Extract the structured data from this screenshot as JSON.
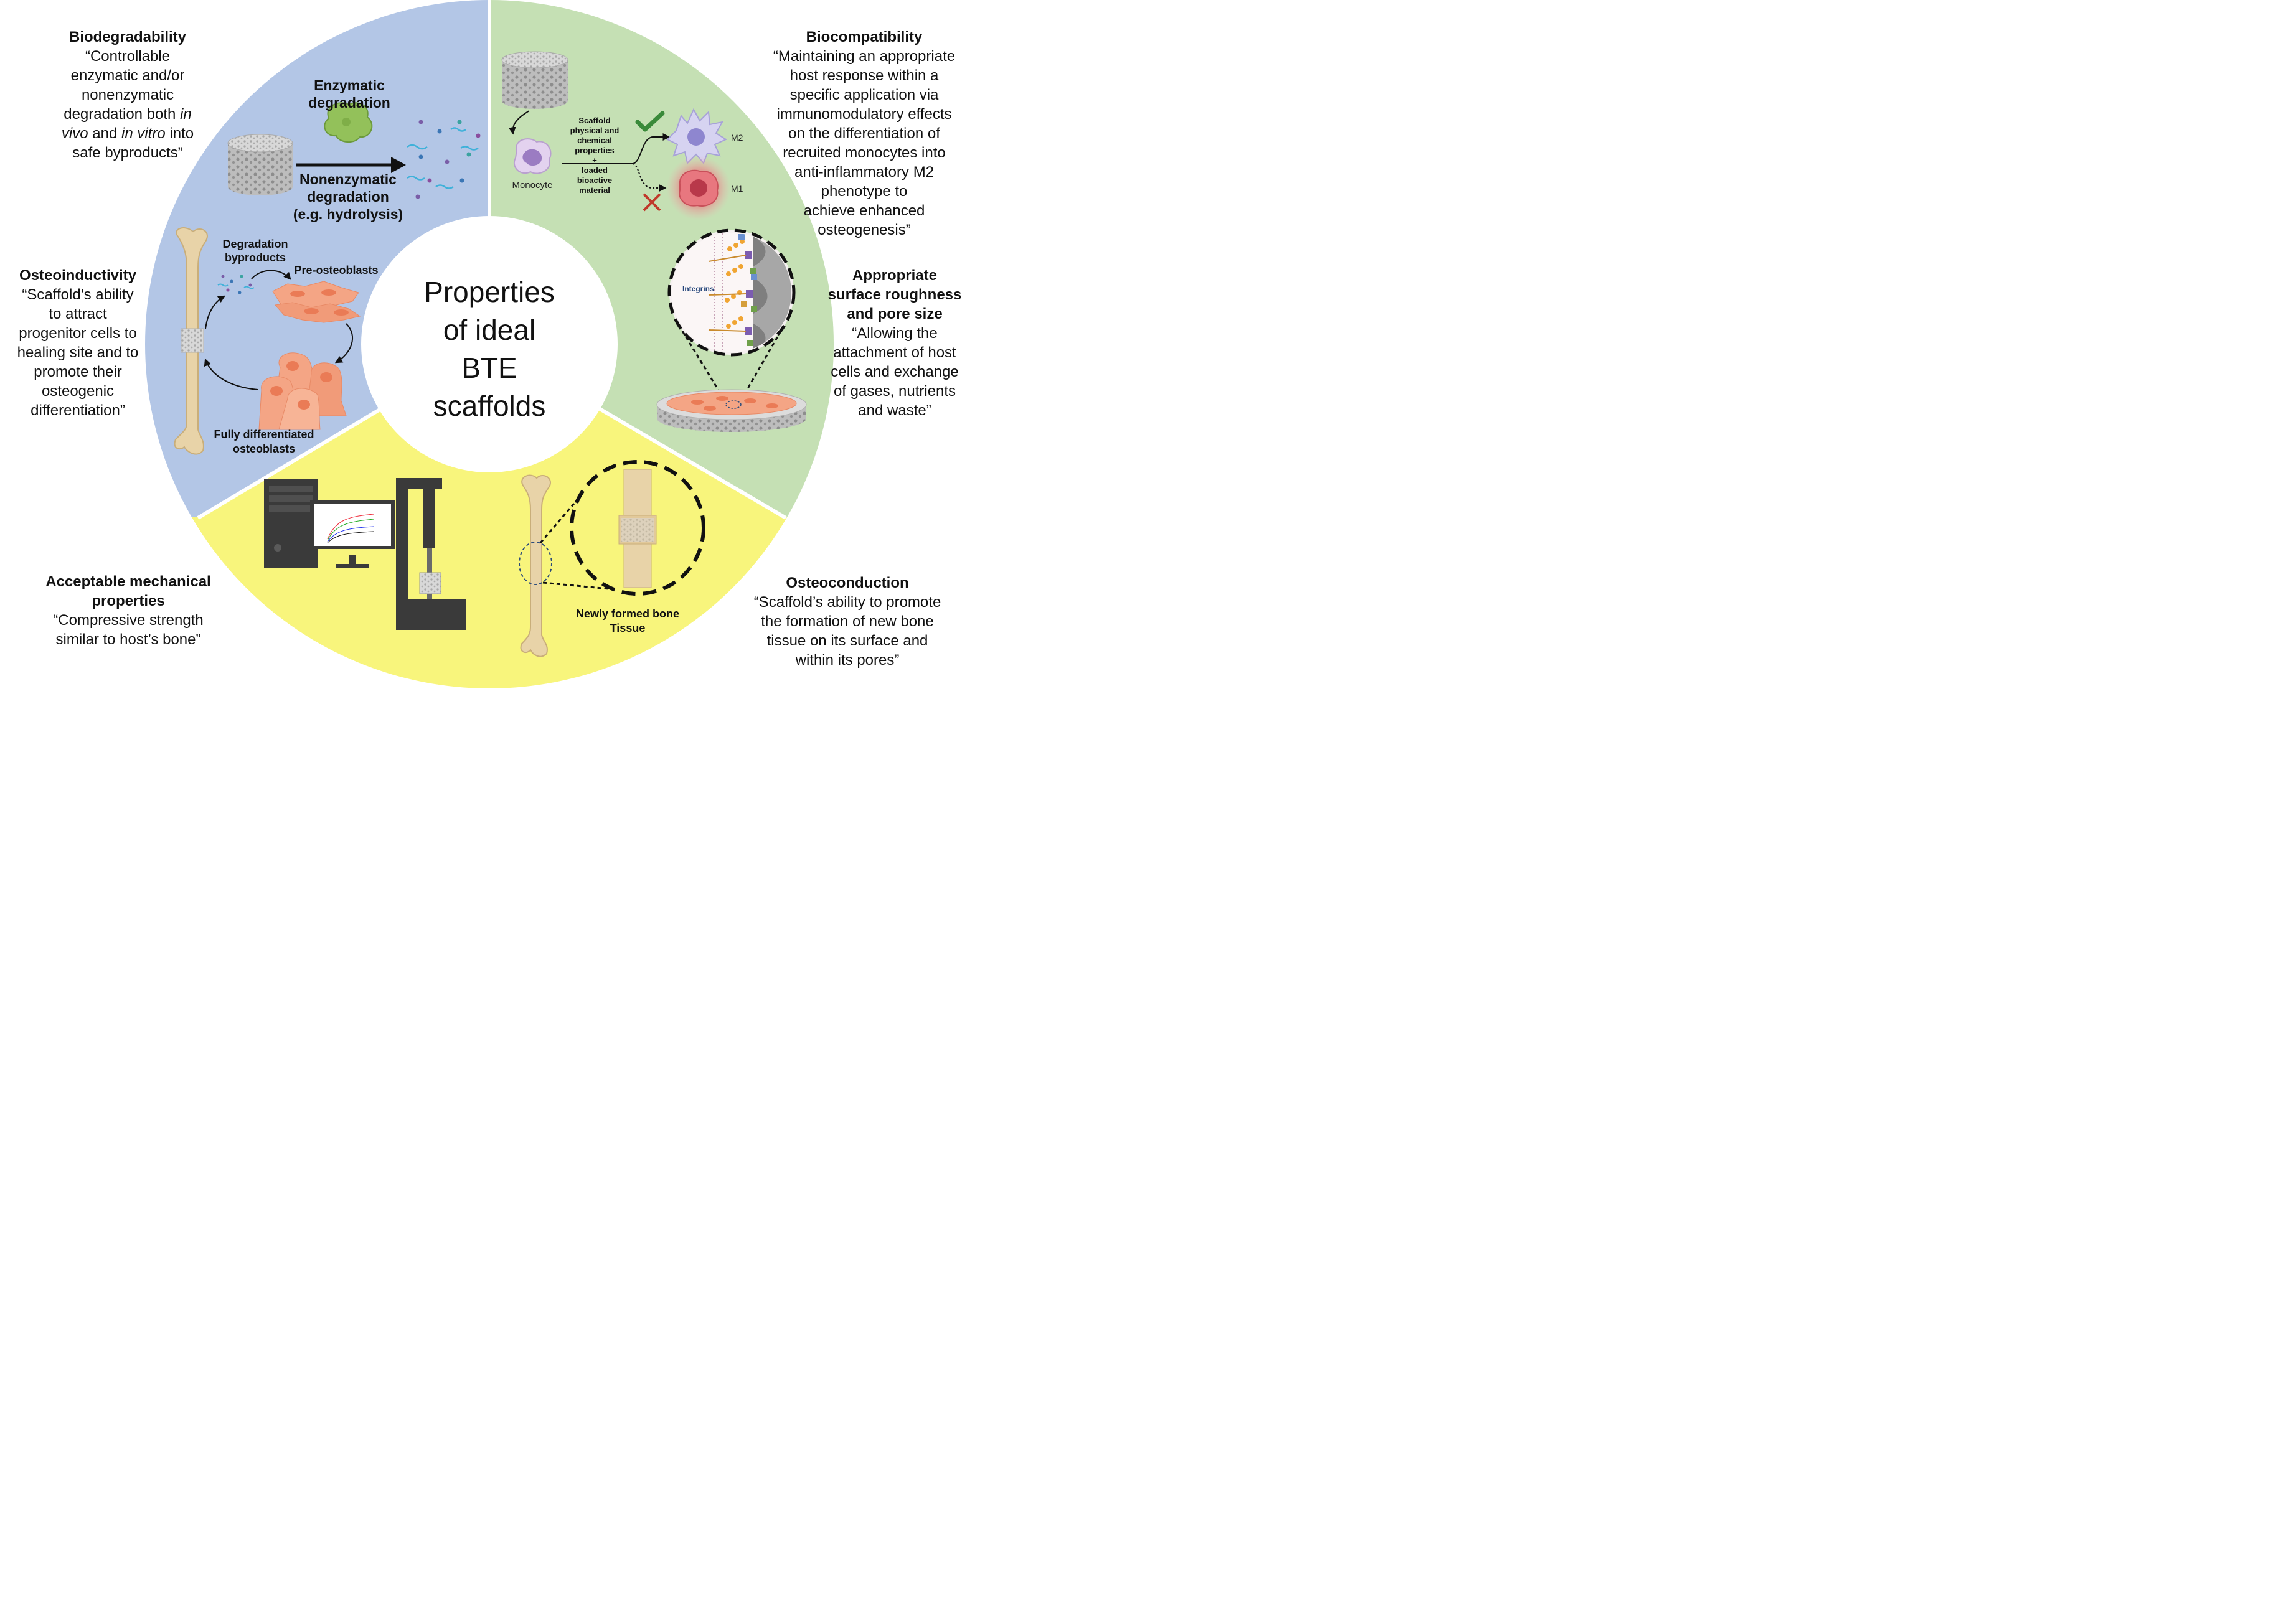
{
  "center": {
    "line1": "Properties",
    "line2": "of ideal",
    "line3": "BTE",
    "line4": "scaffolds"
  },
  "colors": {
    "blue_quadrant": "#b3c6e6",
    "green_quadrant": "#c5e0b4",
    "yellow_quadrant": "#f8f57c",
    "osteoblast": "#f4a585",
    "bone": "#e8d3a8",
    "check": "#3a8a3a",
    "cross": "#c0392b"
  },
  "biodegradability": {
    "title": "Biodegradability",
    "body": "“Controllable enzymatic and/or nonenzymatic degradation both in vivo and in vitro into safe byproducts”",
    "line1": "“Controllable",
    "line2": "enzymatic and/or",
    "line3": "nonenzymatic",
    "line4a": "degradation both ",
    "line4b": "in",
    "line5a": "vivo",
    "line5b": " and ",
    "line5c": "in vitro",
    "line5d": " into",
    "line6": "safe byproducts”"
  },
  "biocompatibility": {
    "title": "Biocompatibility",
    "body": "“Maintaining an appropriate\nhost response within a\nspecific application via\nimmunomodulatory effects\non the differentiation of\nrecruited monocytes into\nanti-inflammatory M2\nphenotype to\nachieve enhanced\nosteogenesis”"
  },
  "osteoinductivity": {
    "title": "Osteoinductivity",
    "body": "“Scaffold’s ability\nto attract\nprogenitor cells to\nhealing site and to\npromote their\nosteogenic\ndifferentiation”"
  },
  "roughness": {
    "title": "Appropriate\nsurface roughness\nand pore size",
    "body": "“Allowing the\nattachment of host\ncells and exchange\nof gases, nutrients\nand waste”"
  },
  "mechanical": {
    "title": "Acceptable mechanical\nproperties",
    "body": "“Compressive strength\nsimilar to host’s bone”"
  },
  "osteoconduction": {
    "title": "Osteoconduction",
    "body": "“Scaffold’s ability to promote\nthe formation of new bone\ntissue on its surface and\nwithin its pores”"
  },
  "degradation_panel": {
    "enzymatic1": "Enzymatic",
    "enzymatic2": "degradation",
    "nonenz1": "Nonenzymatic",
    "nonenz2": "degradation",
    "nonenz3": "(e.g. hydrolysis)"
  },
  "immune_panel": {
    "monocyte": "Monocyte",
    "m2": "M2",
    "m1": "M1",
    "cond1": "Scaffold",
    "cond2": "physical and",
    "cond3": "chemical",
    "cond4": "properties",
    "cond5": "+",
    "cond6": "loaded",
    "cond7": "bioactive",
    "cond8": "material"
  },
  "integrins_panel": {
    "label": "Integrins"
  },
  "osteo_panel": {
    "deg1": "Degradation",
    "deg2": "byproducts",
    "pre": "Pre-osteoblasts",
    "full1": "Fully differentiated",
    "full2": "osteoblasts"
  },
  "bone_panel": {
    "label1": "Newly formed bone",
    "label2": "Tissue"
  }
}
